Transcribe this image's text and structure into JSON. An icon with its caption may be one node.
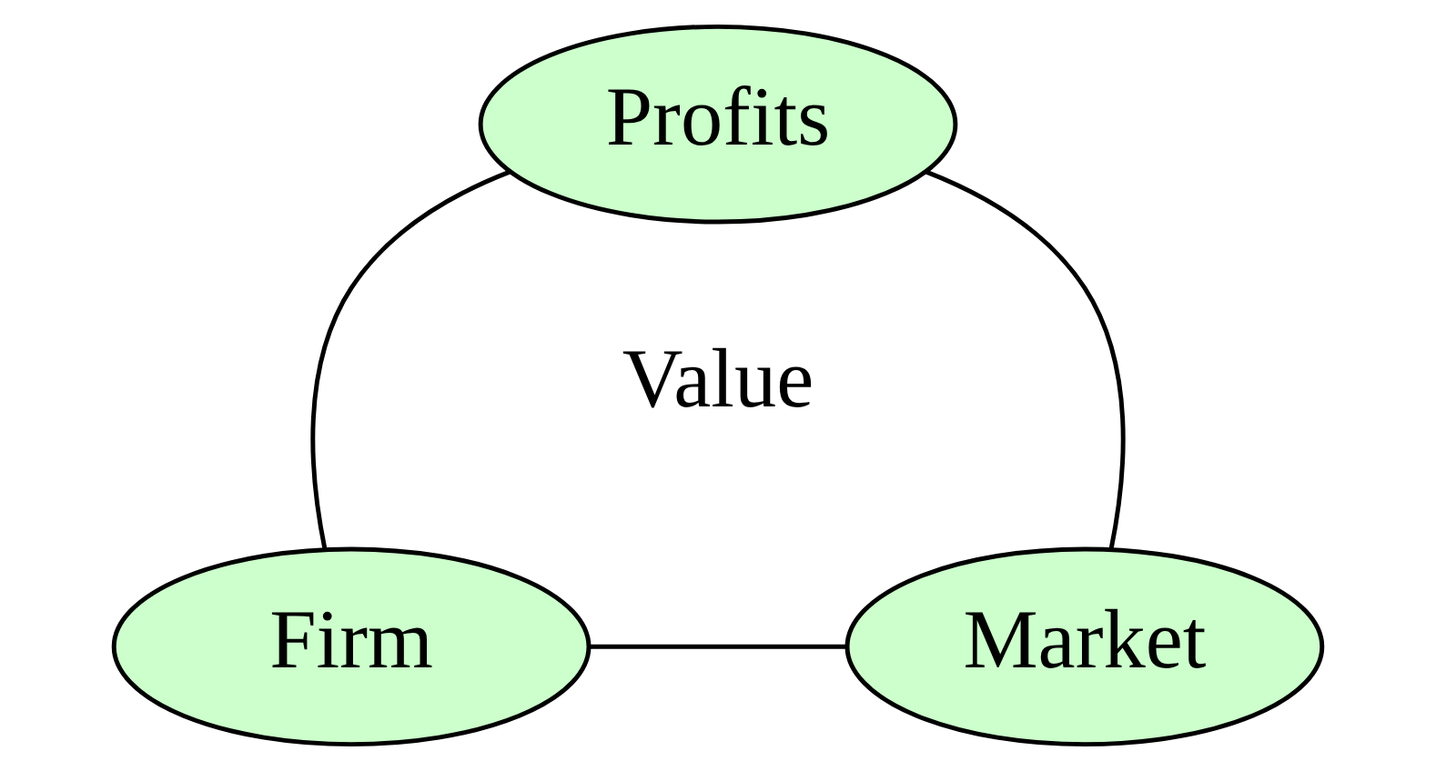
{
  "diagram": {
    "nodes": [
      {
        "text": [
          "Profits"
        ]
      },
      {
        "text": [
          "Firm"
        ]
      },
      {
        "text": [
          "Market"
        ]
      }
    ],
    "edges": [
      {
        "from": 0,
        "to": 1,
        "arrow": "none"
      },
      {
        "from": 0,
        "to": 2,
        "arrow": "none"
      },
      {
        "from": 1,
        "to": 2,
        "arrow": "none"
      }
    ],
    "labels": [
      "Value"
    ]
  }
}
